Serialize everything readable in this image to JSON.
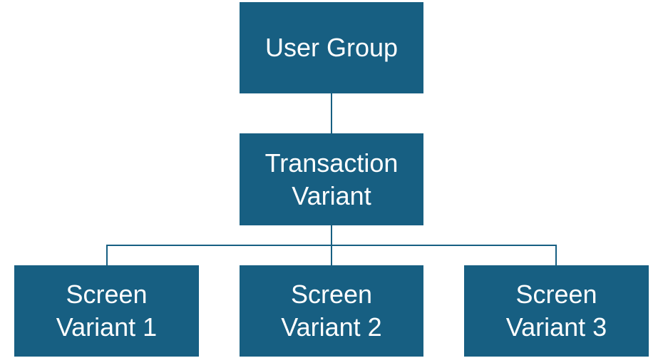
{
  "diagram": {
    "type": "org-chart",
    "colors": {
      "box_fill": "#175f82",
      "box_text": "#ffffff",
      "connector": "#175f82"
    },
    "nodes": {
      "root": {
        "label": "User Group"
      },
      "middle": {
        "label": "Transaction\nVariant"
      },
      "children": [
        {
          "label": "Screen\nVariant 1"
        },
        {
          "label": "Screen\nVariant 2"
        },
        {
          "label": "Screen\nVariant 3"
        }
      ]
    },
    "edges": [
      {
        "from": "User Group",
        "to": "Transaction Variant"
      },
      {
        "from": "Transaction Variant",
        "to": "Screen Variant 1"
      },
      {
        "from": "Transaction Variant",
        "to": "Screen Variant 2"
      },
      {
        "from": "Transaction Variant",
        "to": "Screen Variant 3"
      }
    ]
  }
}
